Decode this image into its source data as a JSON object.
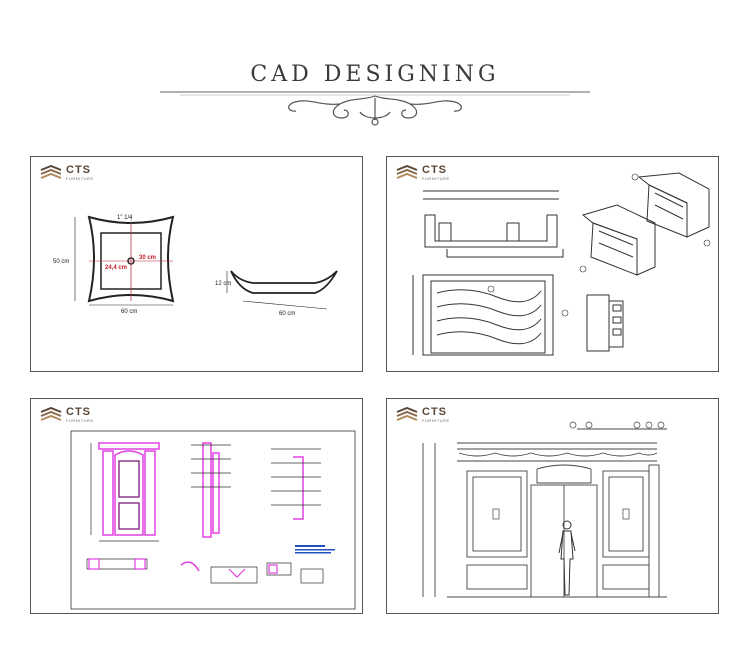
{
  "header": {
    "title": "CAD DESIGNING"
  },
  "logo": {
    "brand": "CTS",
    "tagline": "FURNITURE"
  },
  "panel1": {
    "dim_faucet": "1\" 1/4",
    "dim_width_inner": "30 cm",
    "dim_depth_inner": "24,4 cm",
    "dim_height": "50 cm",
    "dim_width": "60 cm",
    "dim_side_height": "12 cm",
    "dim_side_width": "60 cm"
  },
  "colors": {
    "accent_red": "#c0202a",
    "brand": "#5a4636",
    "line": "#333333",
    "magenta": "#e040e0"
  }
}
